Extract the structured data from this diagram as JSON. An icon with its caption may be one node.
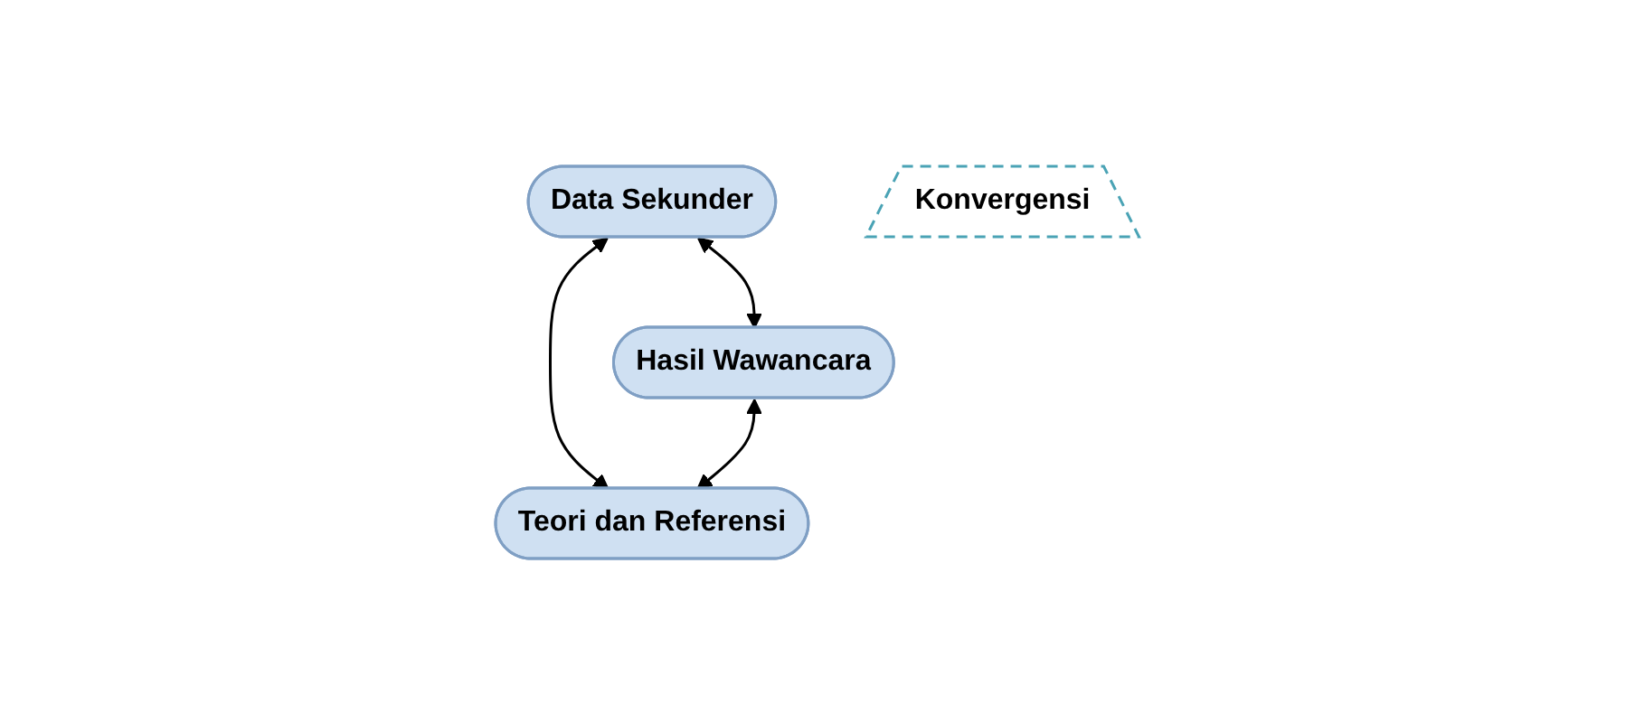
{
  "diagram": {
    "nodes": [
      {
        "text": [
          "Data Sekunder"
        ]
      },
      {
        "text": [
          "Hasil Wawancara"
        ]
      },
      {
        "text": [
          "Teori dan Referensi"
        ]
      },
      {
        "text": [
          "Konvergensi"
        ]
      }
    ],
    "edges": [
      {
        "from": 0,
        "to": 1,
        "arrow": "both"
      },
      {
        "from": 0,
        "to": 2,
        "arrow": "both"
      },
      {
        "from": 1,
        "to": 2,
        "arrow": "both"
      }
    ]
  }
}
